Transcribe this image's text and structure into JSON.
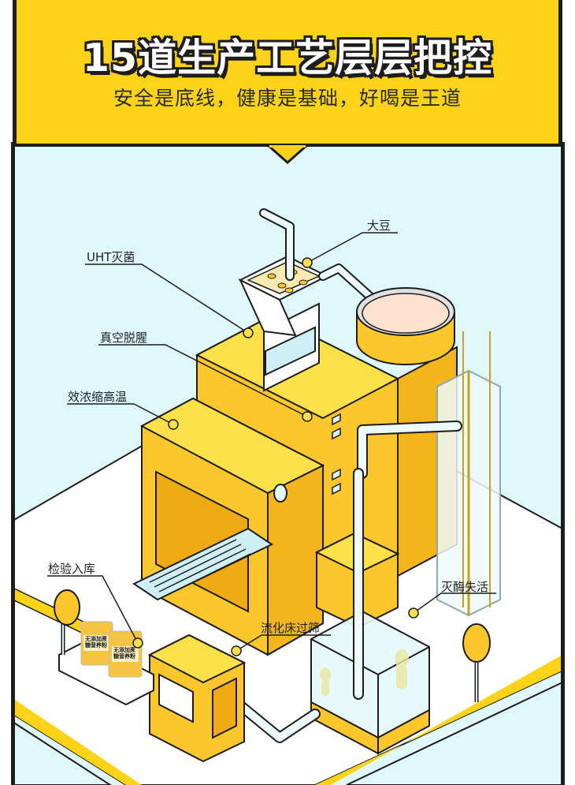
{
  "header": {
    "title": "15道生产工艺层层把控",
    "subtitle": "安全是底线，健康是基础，好喝是王道"
  },
  "callouts": {
    "soybean": "大豆",
    "uht": "UHT灭菌",
    "vacuum": "真空脱腥",
    "concentrate": "效浓缩高温",
    "inspect": "检验入库",
    "fluidbed": "流化床过筛",
    "enzyme": "灭酶失活"
  },
  "product": {
    "package_text": "无添加蔗糖营养粉"
  },
  "colors": {
    "yellow": "#fdd31a",
    "machine_yellow": "#fcc72c",
    "machine_dark": "#eeaa12",
    "sky": "#dff8fc",
    "outline": "#1d1d1d",
    "pale_blue": "#cfeff7",
    "liquid": "#fde3cf"
  }
}
